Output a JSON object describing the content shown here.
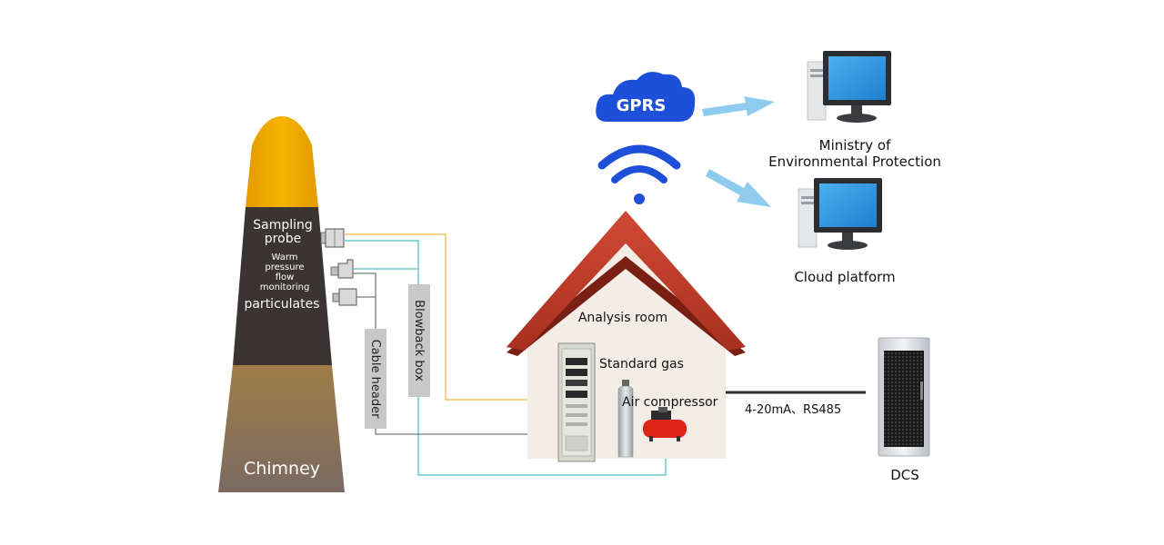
{
  "chimney": {
    "label": "Chimney",
    "probe_label_1": "Sampling",
    "probe_label_2": "probe",
    "flow_label_1": "Warm",
    "flow_label_2": "pressure",
    "flow_label_3": "flow",
    "flow_label_4": "monitoring",
    "particulates_label": "particulates",
    "colors": {
      "top": "#f2a900",
      "middle": "#3a3432",
      "bottom": "#8a7258"
    }
  },
  "boxes": {
    "cable_header": "Cable header",
    "blowback_box": "Blowback box"
  },
  "house": {
    "analysis_room": "Analysis room",
    "standard_gas": "Standard gas",
    "air_compressor": "Air compressor",
    "colors": {
      "roof": "#c0392b",
      "wall": "#f4ede6"
    }
  },
  "network": {
    "gprs": "GPRS",
    "ministry_1": "Ministry of",
    "ministry_2": "Environmental Protection",
    "cloud": "Cloud platform",
    "signal": "4-20mA、RS485",
    "dcs": "DCS",
    "colors": {
      "wireless": "#1e4fd8",
      "arrow": "#8ecbef"
    }
  },
  "lines": {
    "orange": "#f0b54a",
    "teal": "#4cc3c2",
    "gray": "#7a7a7a"
  }
}
